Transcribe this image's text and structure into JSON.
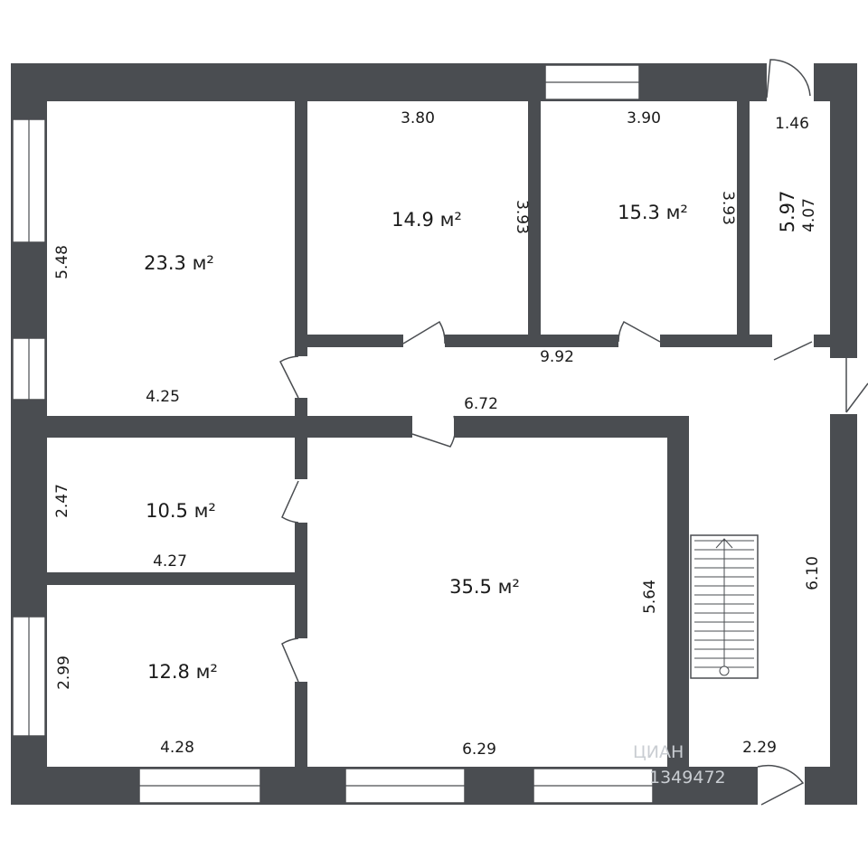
{
  "rooms": [
    {
      "id": "room-a",
      "area": "23.3 м²",
      "width_label": "4.25",
      "height_label": "5.48"
    },
    {
      "id": "room-b",
      "area": "14.9 м²",
      "width_label": "3.80",
      "height_label": "3.93"
    },
    {
      "id": "room-c",
      "area": "15.3 м²",
      "width_label": "3.90",
      "height_label": "3.93"
    },
    {
      "id": "room-d",
      "area": "5.97",
      "width_label": "1.46",
      "height_label": "4.07"
    },
    {
      "id": "room-e",
      "area": "10.5 м²",
      "width_label": "4.27",
      "height_label": "2.47"
    },
    {
      "id": "room-f",
      "area": "12.8 м²",
      "width_label": "4.28",
      "height_label": "2.99"
    },
    {
      "id": "room-g",
      "area": "35.5 м²",
      "width_label": "6.29",
      "height_label": "5.64"
    }
  ],
  "corridor": {
    "top_length": "9.92",
    "middle_length": "6.72",
    "right_height": "6.10",
    "bottom_width": "2.29"
  },
  "watermark": {
    "brand": "ЦИАН",
    "id": "1349472"
  },
  "colors": {
    "wall": "#4a4d51",
    "background": "#ffffff"
  }
}
